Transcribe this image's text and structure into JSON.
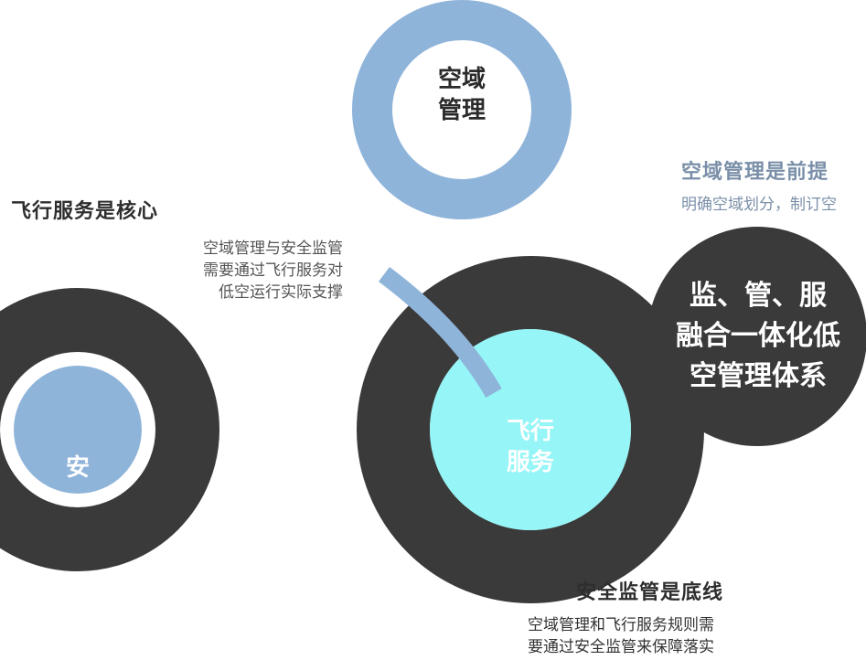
{
  "colors": {
    "ring_blue": "#8fb4da",
    "ring_dark": "#3a3a3a",
    "ring_cyan": "#8af4f6",
    "heading_blue": "#7a8fa8",
    "heading_dark": "#2e2e2e",
    "body_gray": "#555555"
  },
  "rings": {
    "airspace": "空域\n管理",
    "flight": "飞行\n服务",
    "safety": "安"
  },
  "center": "监、管、服\n融合一体化低\n空管理体系",
  "captions": {
    "airspace_heading": "空域管理是前提",
    "airspace_body": "明确空域划分，制订空",
    "flight_heading": "飞行服务是核心",
    "flight_body": "空域管理与安全监管\n需要通过飞行服务对\n低空运行实际支撑",
    "safety_heading": "安全监管是底线",
    "safety_body": "空域管理和飞行服务规则需\n要通过安全监管来保障落实"
  }
}
